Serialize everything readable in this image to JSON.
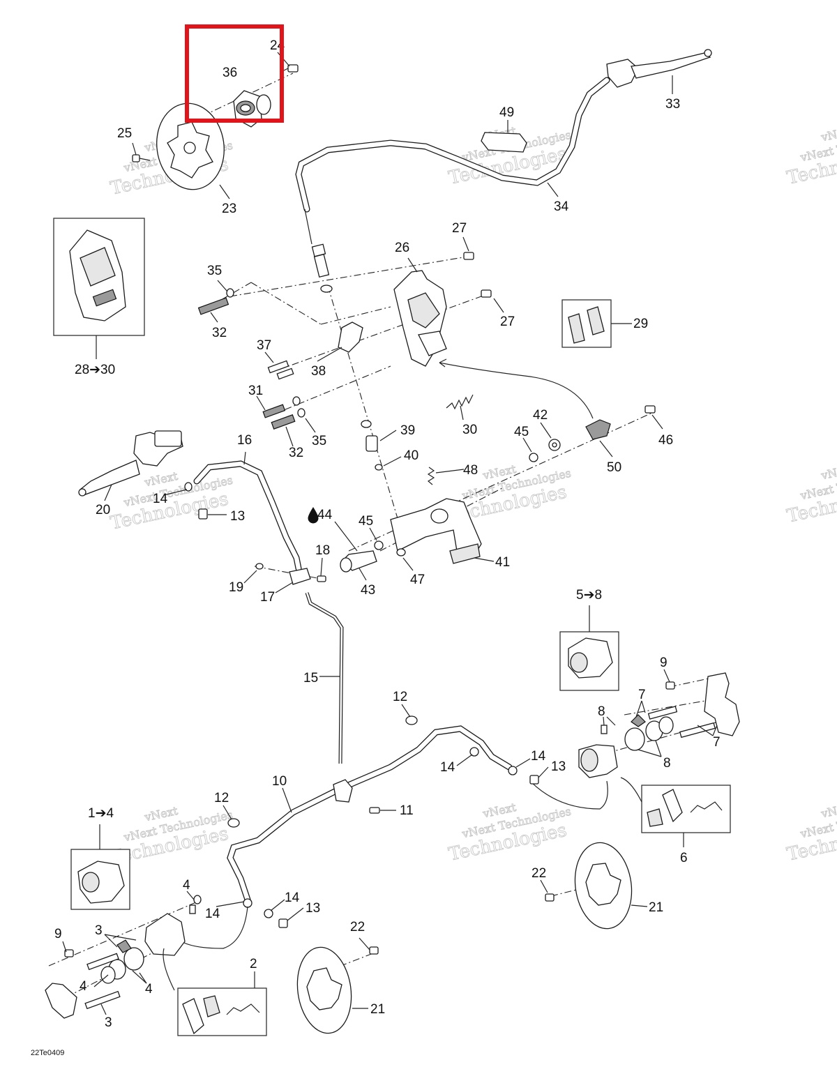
{
  "diagram_code": "22Te0409",
  "watermark": {
    "line1": "vNext",
    "line2": "vNext Technologies",
    "line3": "Technologies"
  },
  "callouts": {
    "c1_4": "1➔4",
    "c2": "2",
    "c3a": "3",
    "c3b": "3",
    "c4a": "4",
    "c4b": "4",
    "c4c": "4",
    "c5_8": "5➔8",
    "c6": "6",
    "c7a": "7",
    "c7b": "7",
    "c8a": "8",
    "c8b": "8",
    "c9a": "9",
    "c9b": "9",
    "c10": "10",
    "c11": "11",
    "c12a": "12",
    "c12b": "12",
    "c13a": "13",
    "c13b": "13",
    "c13c": "13",
    "c14a": "14",
    "c14b": "14",
    "c14c": "14",
    "c14d": "14",
    "c14e": "14",
    "c15": "15",
    "c16": "16",
    "c17": "17",
    "c18": "18",
    "c19": "19",
    "c20": "20",
    "c21a": "21",
    "c21b": "21",
    "c22a": "22",
    "c22b": "22",
    "c23": "23",
    "c24": "24",
    "c25": "25",
    "c26": "26",
    "c27a": "27",
    "c27b": "27",
    "c28_30": "28➔30",
    "c29": "29",
    "c30": "30",
    "c31": "31",
    "c32a": "32",
    "c32b": "32",
    "c33": "33",
    "c34": "34",
    "c35a": "35",
    "c35b": "35",
    "c36": "36",
    "c37": "37",
    "c38": "38",
    "c39": "39",
    "c40": "40",
    "c41": "41",
    "c42": "42",
    "c43": "43",
    "c44": "44",
    "c45a": "45",
    "c45b": "45",
    "c46": "46",
    "c47": "47",
    "c48": "48",
    "c49": "49",
    "c50": "50"
  },
  "highlight": {
    "target": "36",
    "color": "#e0141b"
  }
}
